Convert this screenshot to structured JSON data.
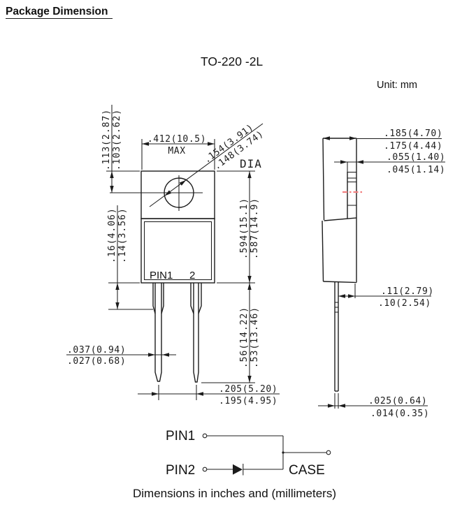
{
  "page": {
    "title": "Package Dimension",
    "package_name": "TO-220 -2L",
    "unit_note": "Unit: mm",
    "caption": "Dimensions in inches and (millimeters)"
  },
  "front": {
    "pin1_label": "PIN1",
    "pin2_label": "2",
    "dims": {
      "body_width": {
        "upper": ".412(10.5)",
        "lower": "MAX"
      },
      "hole_center": {
        "upper": ".113(2.87)",
        "lower": ".103(2.62)"
      },
      "hole_dia": {
        "upper": ".154(3.91)",
        "lower": ".148(3.74)",
        "label": "DIA"
      },
      "lead_shoulder": {
        "upper": ".16(4.06)",
        "lower": ".14(3.56)"
      },
      "pkg_height": {
        "upper": ".594(15.1)",
        "lower": ".587(14.9)"
      },
      "lead_length": {
        "upper": ".56(14.22)",
        "lower": ".53(13.46)"
      },
      "lead_width": {
        "upper": ".037(0.94)",
        "lower": ".027(0.68)"
      },
      "lead_pitch": {
        "upper": ".205(5.20)",
        "lower": ".195(4.95)"
      }
    }
  },
  "side": {
    "dims": {
      "body_depth": {
        "upper": ".185(4.70)",
        "lower": ".175(4.44)"
      },
      "tab_thickness": {
        "upper": ".055(1.40)",
        "lower": ".045(1.14)"
      },
      "lead_setback": {
        "upper": ".11(2.79)",
        "lower": ".10(2.54)"
      },
      "lead_thickness": {
        "upper": ".025(0.64)",
        "lower": ".014(0.35)"
      }
    }
  },
  "schematic": {
    "pin1": "PIN1",
    "pin2": "PIN2",
    "case": "CASE"
  },
  "colors": {
    "line": "#1c1c1c",
    "centerline": "#f28080"
  }
}
